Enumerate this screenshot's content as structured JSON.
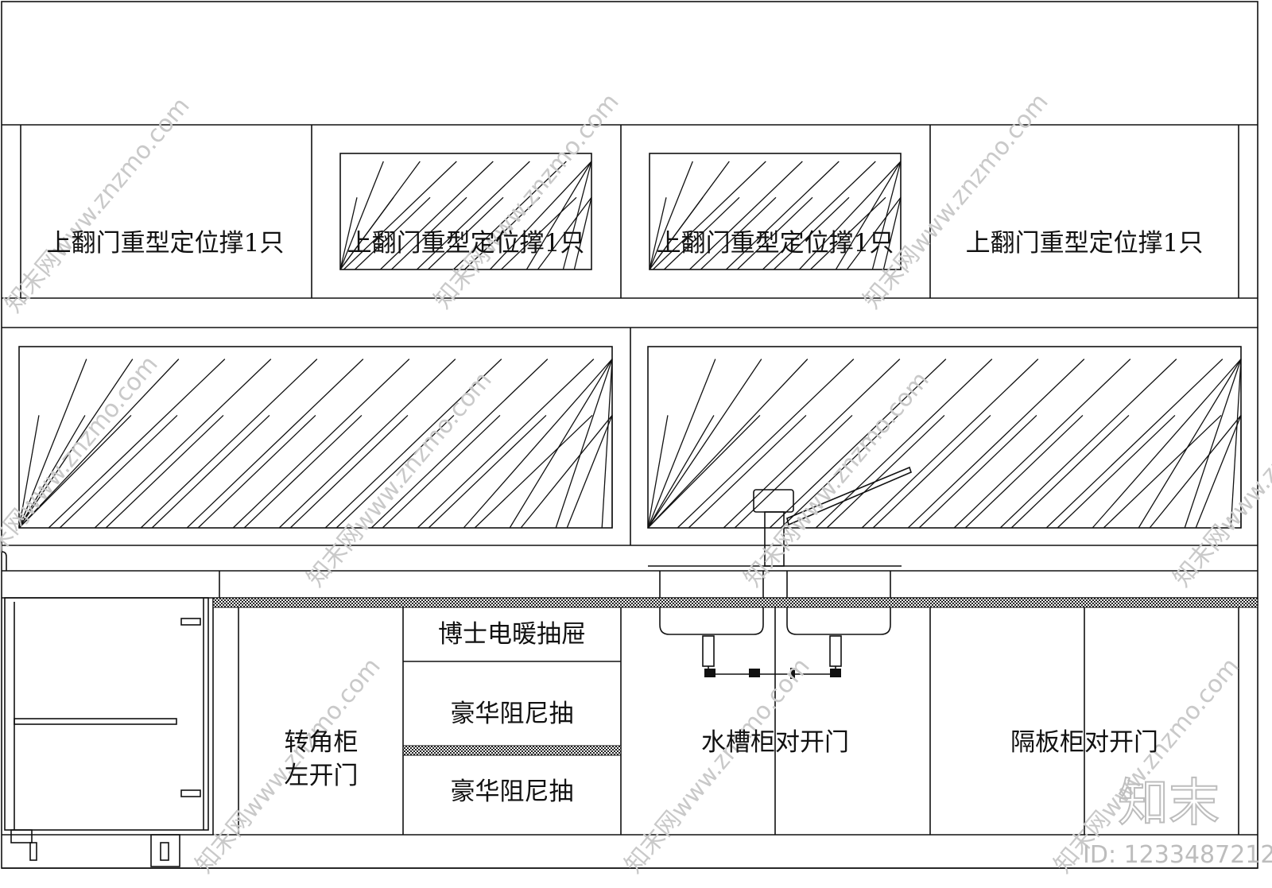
{
  "labels": {
    "upper_door": "上翻门重型定位撑1只",
    "heater_drawer": "博士电暖抽屉",
    "damper_drawer": "豪华阻尼抽",
    "corner_cabinet_line1": "转角柜",
    "corner_cabinet_line2": "左开门",
    "sink_cabinet": "水槽柜对开门",
    "shelf_cabinet": "隔板柜对开门"
  },
  "watermark": {
    "site": "知末网www.znzmo.com",
    "logo": "知末",
    "id": "ID: 1233487212"
  },
  "colors": {
    "line": "#111111",
    "watermark": "#c9c9c9"
  }
}
